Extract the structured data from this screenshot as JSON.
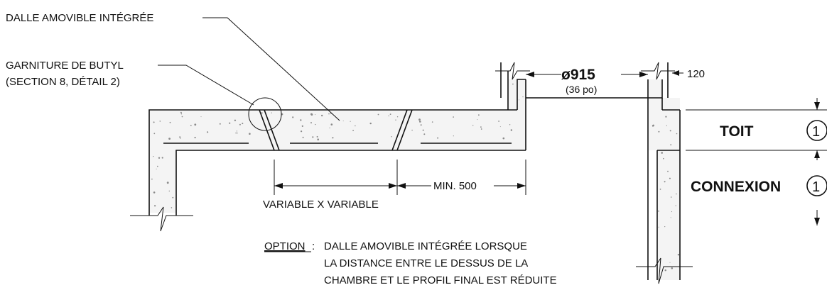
{
  "labels": {
    "integrated_slab": "DALLE AMOVIBLE INTÉGRÉE",
    "butyl_gasket_line1": "GARNITURE DE BUTYL",
    "butyl_gasket_line2": "(SECTION 8, DÉTAIL 2)",
    "variable": "VARIABLE X VARIABLE",
    "min_distance": "MIN. 500",
    "opening_diameter": "ø915",
    "opening_diameter_imperial": "(36 po)",
    "wall_thickness": "120",
    "roof": "TOIT",
    "roof_number": "1",
    "connection": "CONNEXION",
    "connection_number": "1"
  },
  "note": {
    "option_label": "OPTION",
    "option_colon": ":",
    "lines": [
      "DALLE AMOVIBLE INTÉGRÉE LORSQUE",
      "LA DISTANCE ENTRE LE DESSUS DE LA",
      "CHAMBRE ET LE PROFIL FINAL EST RÉDUITE"
    ]
  }
}
